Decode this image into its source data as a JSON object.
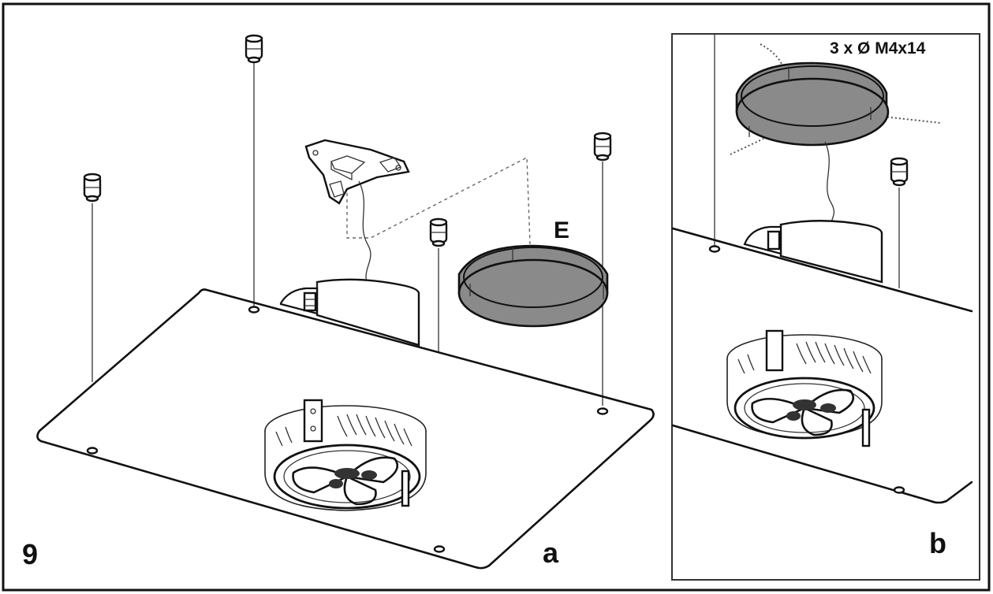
{
  "figure": {
    "step_number": "9",
    "panel_a_label": "a",
    "panel_b_label": "b",
    "part_label": "E",
    "screw_spec": "3 x Ø M4x14"
  }
}
